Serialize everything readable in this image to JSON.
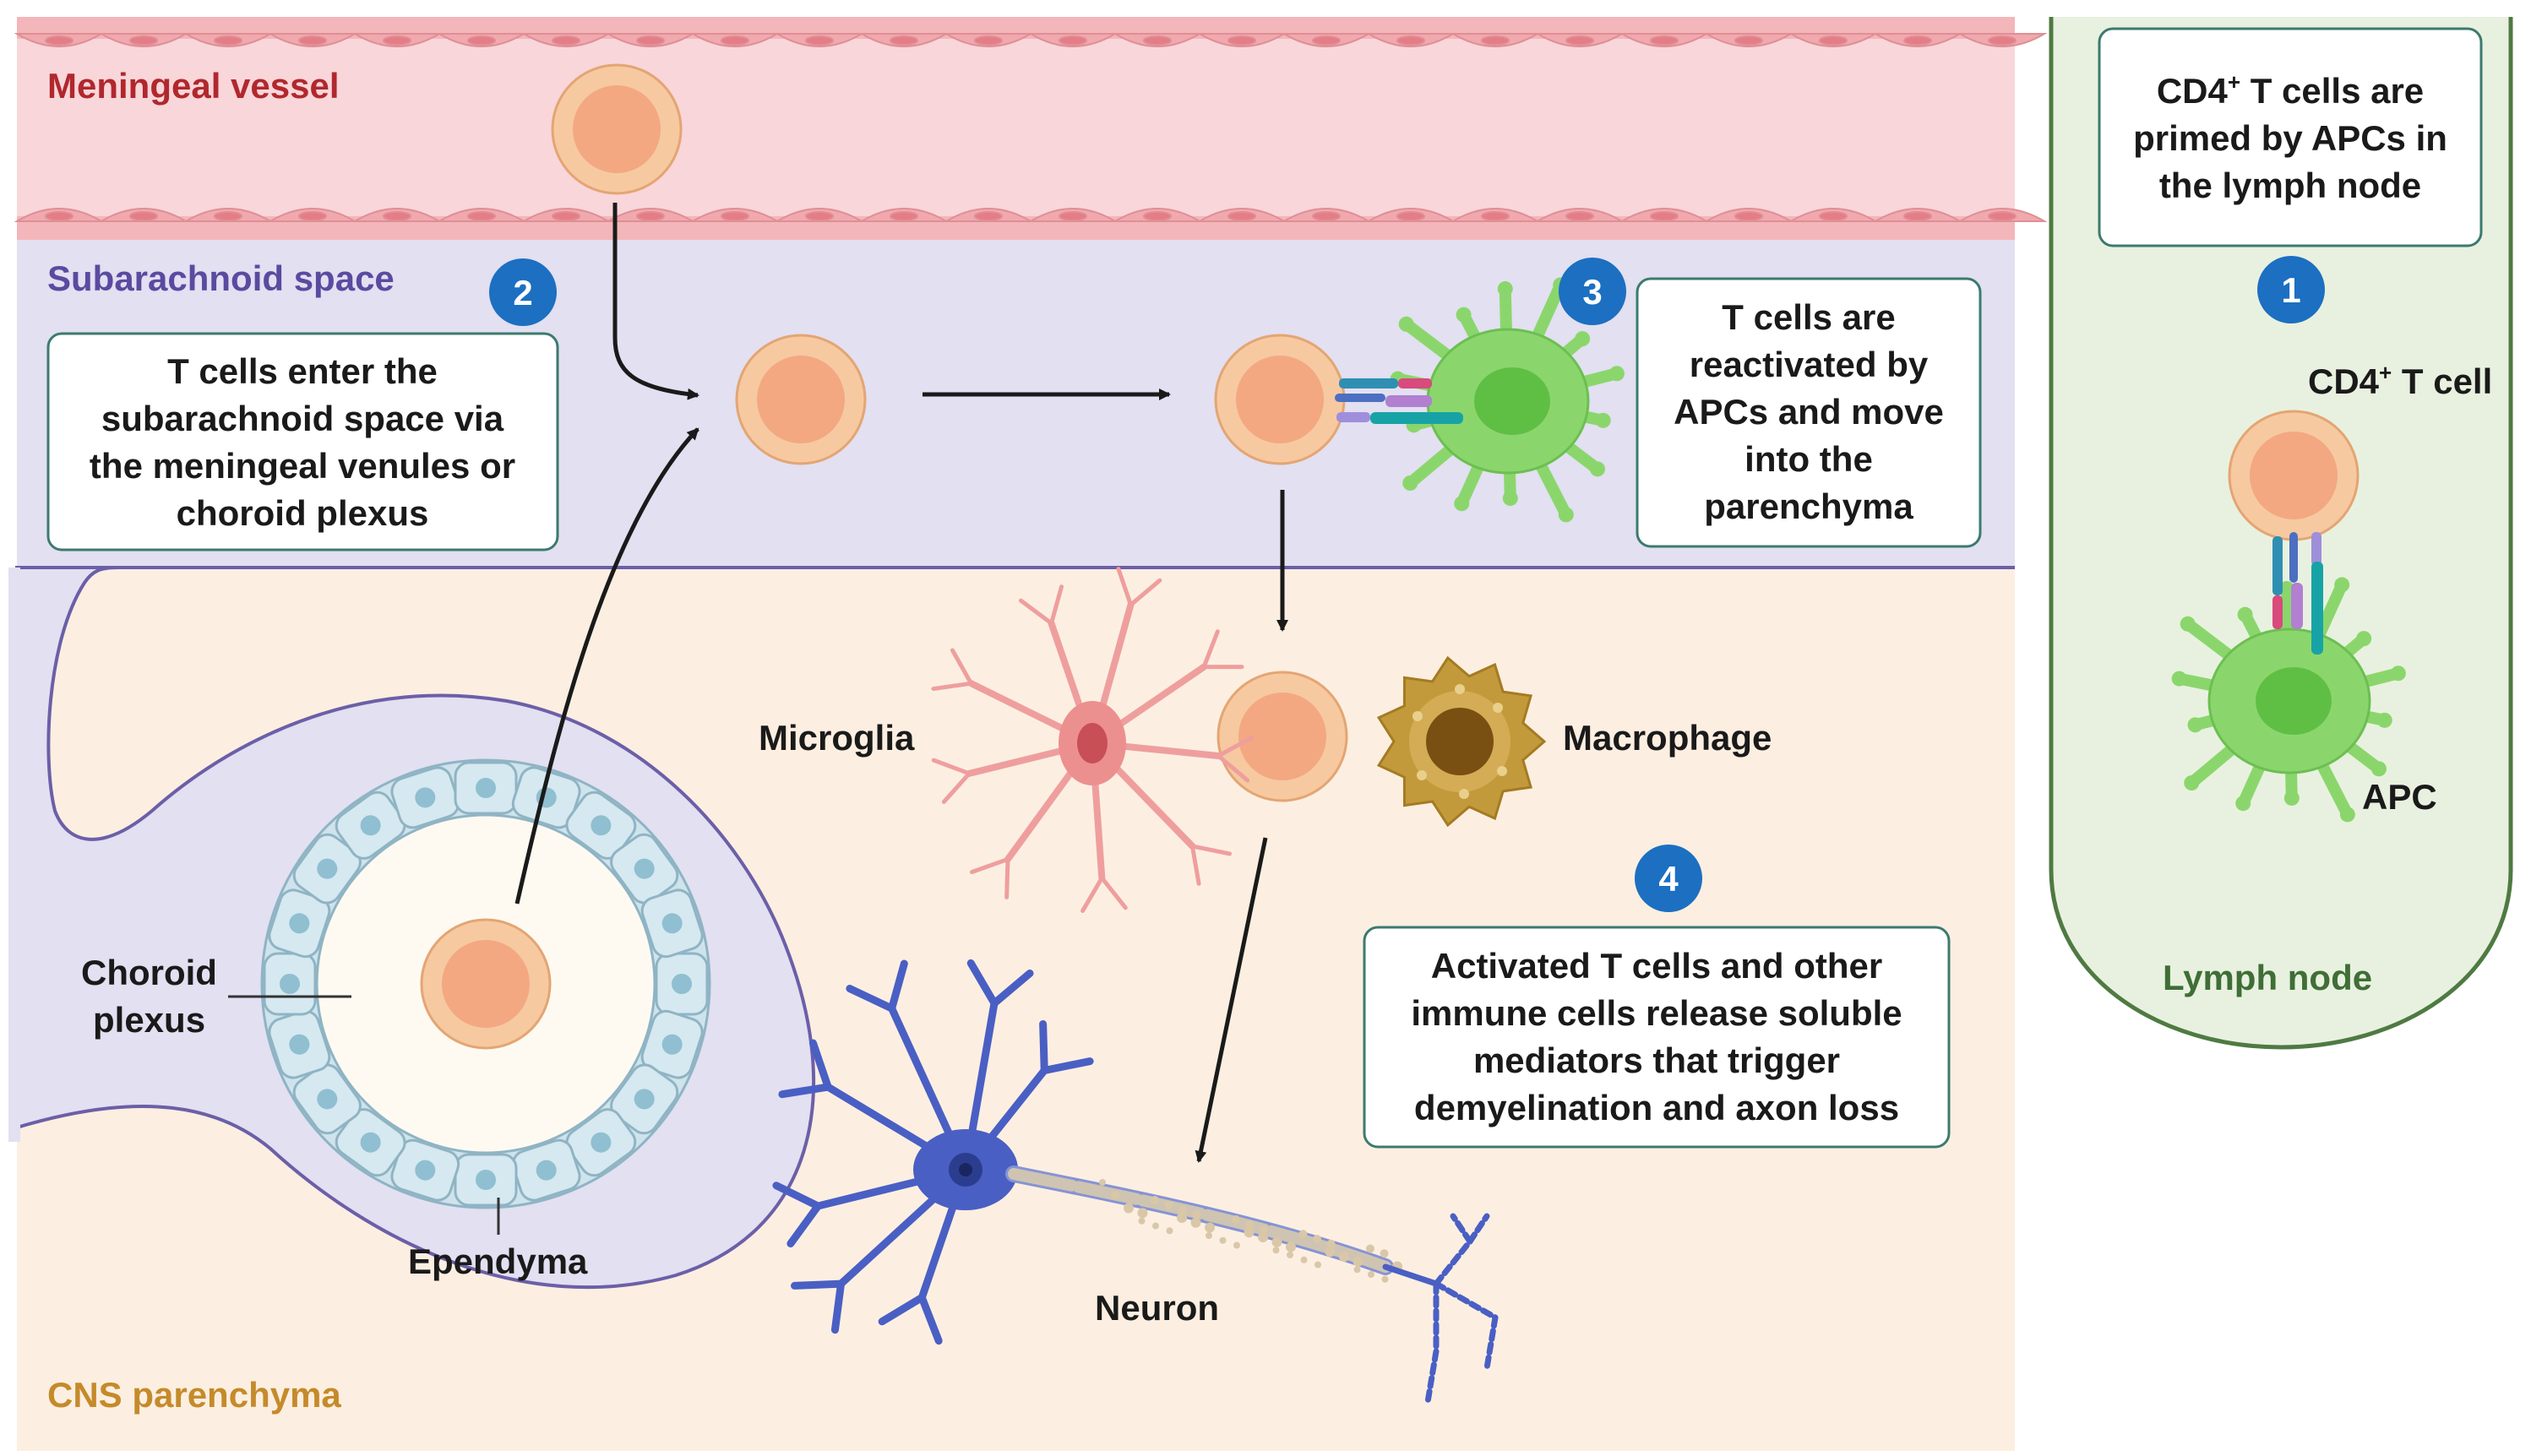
{
  "regions": {
    "meningeal_vessel": "Meningeal vessel",
    "subarachnoid_space": "Subarachnoid space",
    "cns_parenchyma": "CNS parenchyma",
    "lymph_node": "Lymph node"
  },
  "labels": {
    "cd4_t_cell": "CD4",
    "cd4_t_cell_suffix": " T cell",
    "plus": "+",
    "apc": "APC",
    "microglia": "Microglia",
    "macrophage": "Macrophage",
    "choroid": "Choroid",
    "plexus": "plexus",
    "ependyma": "Ependyma",
    "neuron": "Neuron"
  },
  "steps": {
    "s1": {
      "number": "1",
      "lines": [
        "CD4",
        "+",
        " T cells are",
        "primed by APCs in",
        "the lymph node"
      ]
    },
    "s2": {
      "number": "2",
      "lines": [
        "T cells enter the",
        "subarachnoid space via",
        "the meningeal venules or",
        "choroid plexus"
      ]
    },
    "s3": {
      "number": "3",
      "lines": [
        "T cells are",
        "reactivated by",
        "APCs and move",
        "into the",
        "parenchyma"
      ]
    },
    "s4": {
      "number": "4",
      "lines": [
        "Activated T cells and other",
        "immune cells release soluble",
        "mediators that trigger",
        "demyelination and axon loss"
      ]
    }
  },
  "colors": {
    "vessel": "#f8d6da",
    "vessel_wall": "#eea3aa",
    "subarachnoid": "#e2e0f1",
    "parenchyma": "#fcefe1",
    "lymph": "#e8f1df",
    "lymph_border": "#4f7a43",
    "step_badge": "#1c6fc1",
    "t_cell": "#f6c9a1",
    "apc": "#8bd66c",
    "macrophage": "#c39a3b",
    "microglia": "#ef9e9e",
    "neuron": "#4a5fc4",
    "ependyma": "#cfe3ec"
  }
}
